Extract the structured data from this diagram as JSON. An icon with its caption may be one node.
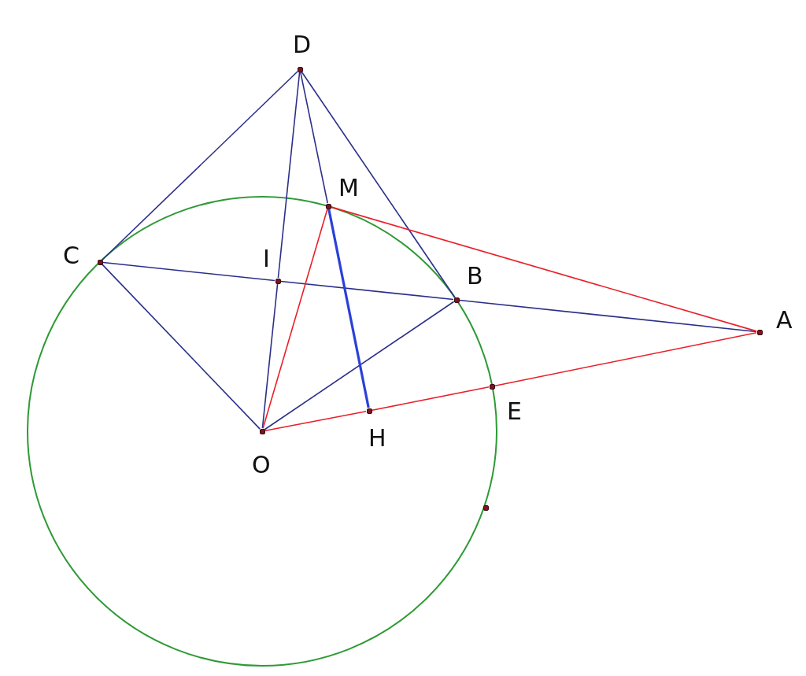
{
  "diagram": {
    "nodes": [
      {
        "text": [],
        "shape": "circle",
        "beside": [
          "D"
        ]
      },
      {
        "text": [],
        "shape": "circle",
        "beside": [
          "M"
        ]
      },
      {
        "text": [],
        "shape": "circle",
        "beside": [
          "C"
        ]
      },
      {
        "text": [],
        "shape": "circle",
        "beside": [
          "I"
        ]
      },
      {
        "text": [],
        "shape": "circle",
        "beside": [
          "B"
        ]
      },
      {
        "text": [],
        "shape": "circle",
        "beside": [
          "A"
        ]
      },
      {
        "text": [],
        "shape": "circle",
        "beside": [
          "E"
        ]
      },
      {
        "text": [],
        "shape": "circle",
        "beside": [
          "O"
        ]
      },
      {
        "text": [],
        "shape": "circle",
        "beside": [
          "H"
        ]
      },
      {
        "text": [],
        "shape": "circle"
      }
    ],
    "edges": [
      {
        "from": 0,
        "to": 2,
        "arrow": "none"
      },
      {
        "from": 0,
        "to": 3,
        "arrow": "none"
      },
      {
        "from": 3,
        "to": 7,
        "arrow": "none"
      },
      {
        "from": 0,
        "to": 1,
        "arrow": "none"
      },
      {
        "from": 0,
        "to": 4,
        "arrow": "none"
      },
      {
        "from": 2,
        "to": 3,
        "arrow": "none"
      },
      {
        "from": 3,
        "to": 4,
        "arrow": "none"
      },
      {
        "from": 4,
        "to": 5,
        "arrow": "none"
      },
      {
        "from": 2,
        "to": 7,
        "arrow": "none"
      },
      {
        "from": 7,
        "to": 4,
        "arrow": "none"
      },
      {
        "from": 1,
        "to": 8,
        "arrow": "none",
        "style": "thick",
        "color": "#2a40d8"
      },
      {
        "from": 7,
        "to": 1,
        "arrow": "none",
        "color": "#e8202a"
      },
      {
        "from": 1,
        "to": 5,
        "arrow": "none",
        "color": "#e8202a"
      },
      {
        "from": 7,
        "to": 8,
        "arrow": "none",
        "color": "#e8202a"
      },
      {
        "from": 8,
        "to": 6,
        "arrow": "none",
        "color": "#e8202a"
      },
      {
        "from": 6,
        "to": 5,
        "arrow": "none",
        "color": "#e8202a"
      }
    ]
  }
}
